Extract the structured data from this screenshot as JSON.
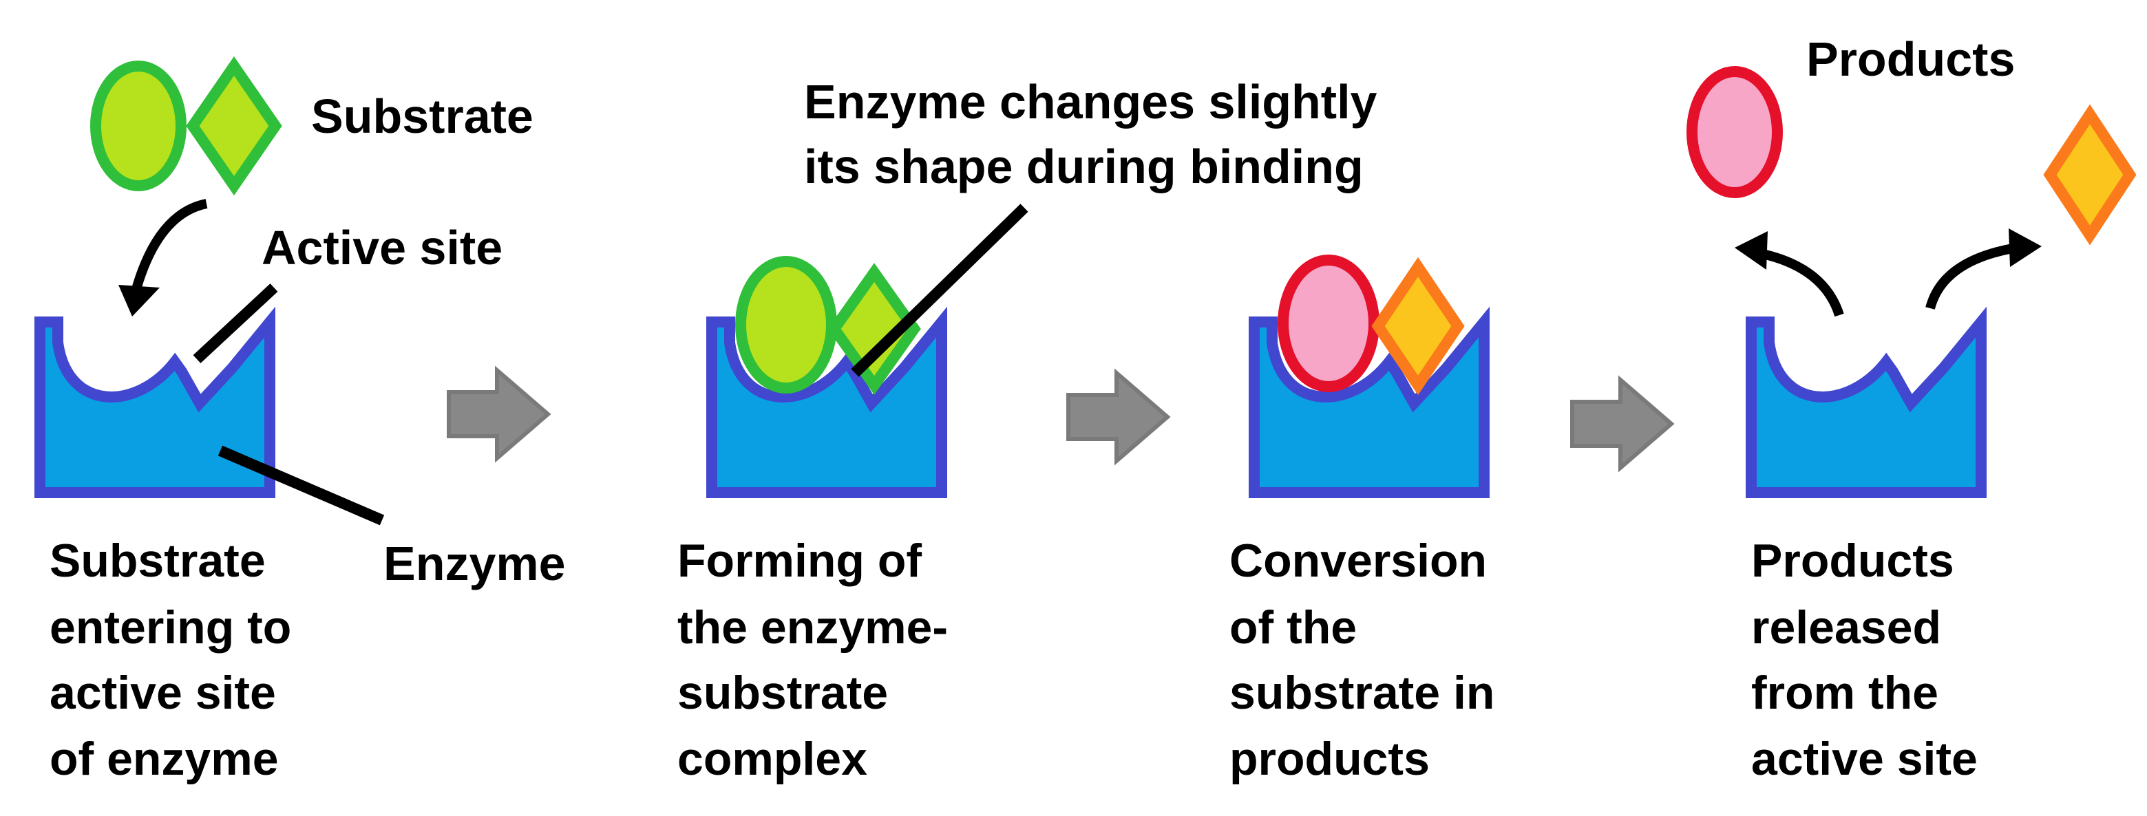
{
  "labels": {
    "substrate": "Substrate",
    "active_site": "Active site",
    "enzyme": "Enzyme",
    "products": "Products",
    "shape_change": [
      "Enzyme changes slightly",
      "its shape during binding"
    ]
  },
  "steps": [
    {
      "caption": [
        "Substrate",
        "entering to",
        "active site",
        "of enzyme"
      ]
    },
    {
      "caption": [
        "Forming of",
        "the enzyme-",
        "substrate",
        "complex"
      ]
    },
    {
      "caption": [
        "Conversion",
        "of the",
        "substrate in",
        "products"
      ]
    },
    {
      "caption": [
        "Products",
        "released",
        "from the",
        "active site"
      ]
    }
  ],
  "colors": {
    "enzyme_fill": "#0a9fe3",
    "enzyme_stroke": "#4147cf",
    "substrate_fill": "#b5e21c",
    "substrate_stroke": "#2fbf3a",
    "product_oval_fill": "#f7a6c8",
    "product_oval_stroke": "#e5102a",
    "product_diamond_fill": "#fcc51d",
    "product_diamond_stroke": "#fb7a1b",
    "arrow": "#888888"
  }
}
